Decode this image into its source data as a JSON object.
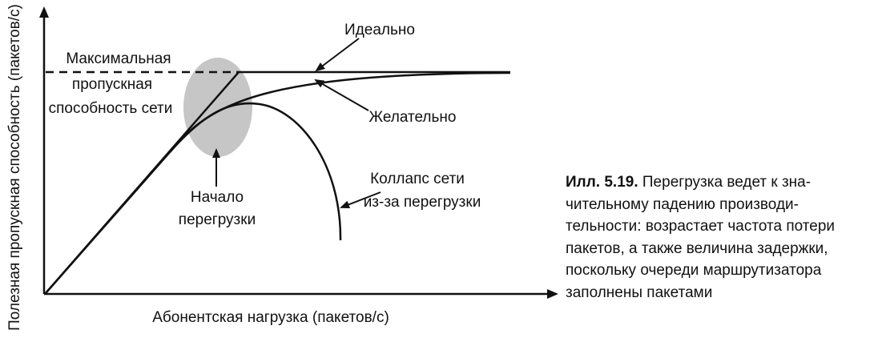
{
  "chart_data": {
    "type": "line",
    "ylabel": "Полезная пропускная способность (пакетов/с)",
    "xlabel": "Абонентская нагрузка (пакетов/с)",
    "series": [
      {
        "name": "Идеально"
      },
      {
        "name": "Желательно"
      },
      {
        "name": "Коллапс сети из-за перегрузки"
      }
    ],
    "annotations": {
      "max_capacity": [
        "Максимальная",
        "пропускная",
        "способность сети"
      ],
      "congestion_start": [
        "Начало",
        "перегрузки"
      ],
      "ideal": "Идеально",
      "desirable": "Желательно",
      "collapse": [
        "Коллапс сети",
        "из-за перегрузки"
      ]
    }
  },
  "caption": {
    "number": "Илл. 5.19.",
    "lines": [
      " Перегрузка ведет к зна-",
      "чительному падению производи-",
      "тельности: возрастает частота потери",
      "пакетов, а также величина задержки,",
      "поскольку очереди маршрутизатора",
      "заполнены пакетами"
    ]
  },
  "colors": {
    "ink": "#111111",
    "highlight": "#c8c8c8"
  }
}
